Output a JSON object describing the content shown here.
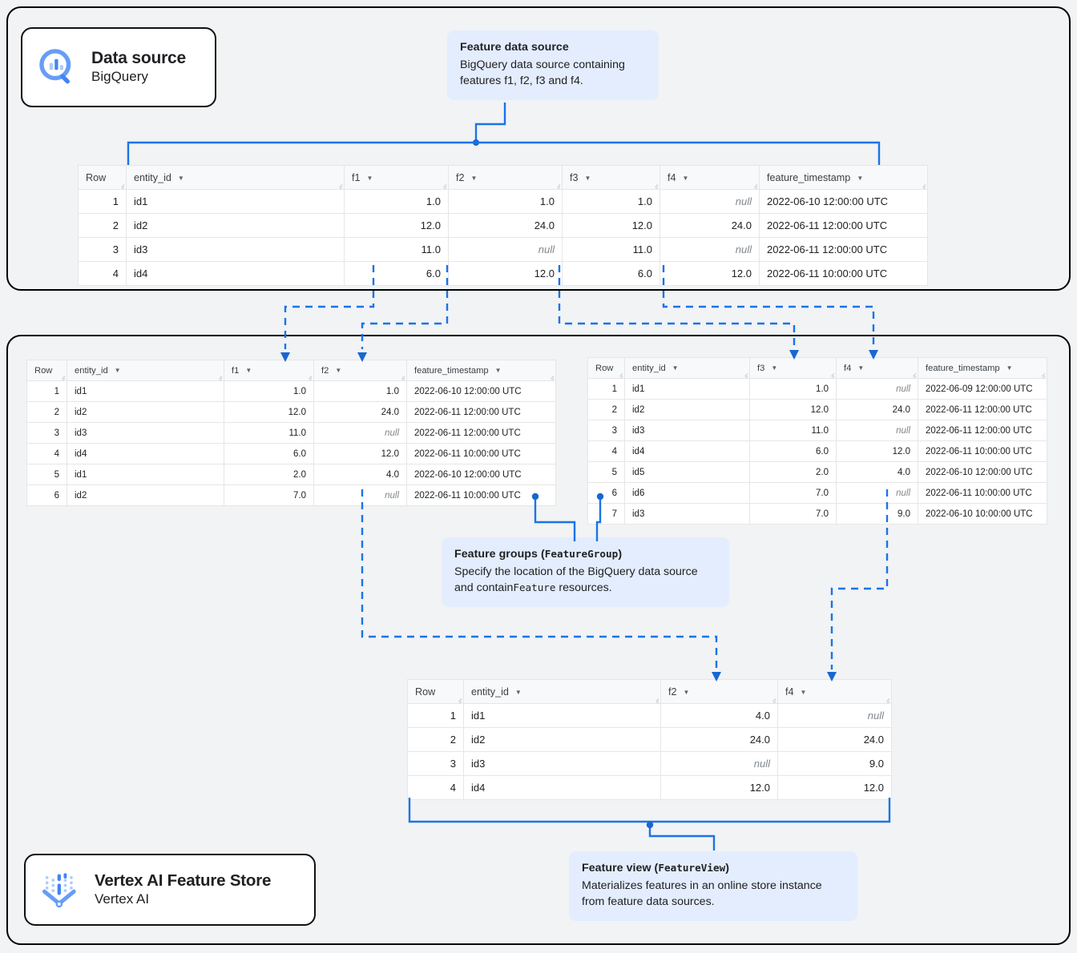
{
  "panels": {
    "datasource_label": "Data source panel",
    "featurestore_label": "Vertex AI Feature Store panel"
  },
  "cards": {
    "bigquery": {
      "title": "Data source",
      "sub": "BigQuery",
      "icon": "bigquery-magnifier-icon"
    },
    "vertex": {
      "title": "Vertex AI Feature Store",
      "sub": "Vertex AI",
      "icon": "vertex-ai-feature-store-icon"
    }
  },
  "callouts": {
    "feature_data_source": {
      "title": "Feature data source",
      "body": "BigQuery data source containing features f1, f2, f3 and f4."
    },
    "feature_groups": {
      "title_plain": "Feature groups (",
      "title_mono": "FeatureGroup",
      "title_close": ")",
      "body_a": "Specify the location of the BigQuery data source and contain",
      "body_mono": "Feature",
      "body_b": " resources."
    },
    "feature_view": {
      "title_plain": "Feature view (",
      "title_mono": "FeatureView",
      "title_close": ")",
      "body": "Materializes features in an online store instance from feature data sources."
    }
  },
  "colors": {
    "accent": "#1a73e8",
    "callout_bg": "#e3edfd",
    "panel_bg": "#f1f3f4",
    "table_header_bg": "#f8f9fa",
    "null_text": "#80868b"
  },
  "tables": {
    "source": {
      "name": "BigQuery feature data source table",
      "columns": [
        "Row",
        "entity_id",
        "f1",
        "f2",
        "f3",
        "f4",
        "feature_timestamp"
      ],
      "rows": [
        [
          "1",
          "id1",
          "1.0",
          "1.0",
          "1.0",
          "null",
          "2022-06-10 12:00:00 UTC"
        ],
        [
          "2",
          "id2",
          "12.0",
          "24.0",
          "12.0",
          "24.0",
          "2022-06-11 12:00:00 UTC"
        ],
        [
          "3",
          "id3",
          "11.0",
          "null",
          "11.0",
          "null",
          "2022-06-11 12:00:00 UTC"
        ],
        [
          "4",
          "id4",
          "6.0",
          "12.0",
          "6.0",
          "12.0",
          "2022-06-11 10:00:00 UTC"
        ]
      ]
    },
    "feature_group_1": {
      "name": "Feature group table f1 f2",
      "columns": [
        "Row",
        "entity_id",
        "f1",
        "f2",
        "feature_timestamp"
      ],
      "rows": [
        [
          "1",
          "id1",
          "1.0",
          "1.0",
          "2022-06-10 12:00:00 UTC"
        ],
        [
          "2",
          "id2",
          "12.0",
          "24.0",
          "2022-06-11 12:00:00 UTC"
        ],
        [
          "3",
          "id3",
          "11.0",
          "null",
          "2022-06-11 12:00:00 UTC"
        ],
        [
          "4",
          "id4",
          "6.0",
          "12.0",
          "2022-06-11 10:00:00 UTC"
        ],
        [
          "5",
          "id1",
          "2.0",
          "4.0",
          "2022-06-10 12:00:00 UTC"
        ],
        [
          "6",
          "id2",
          "7.0",
          "null",
          "2022-06-11 10:00:00 UTC"
        ]
      ]
    },
    "feature_group_2": {
      "name": "Feature group table f3 f4",
      "columns": [
        "Row",
        "entity_id",
        "f3",
        "f4",
        "feature_timestamp"
      ],
      "rows": [
        [
          "1",
          "id1",
          "1.0",
          "null",
          "2022-06-09 12:00:00 UTC"
        ],
        [
          "2",
          "id2",
          "12.0",
          "24.0",
          "2022-06-11 12:00:00 UTC"
        ],
        [
          "3",
          "id3",
          "11.0",
          "null",
          "2022-06-11 12:00:00 UTC"
        ],
        [
          "4",
          "id4",
          "6.0",
          "12.0",
          "2022-06-11 10:00:00 UTC"
        ],
        [
          "5",
          "id5",
          "2.0",
          "4.0",
          "2022-06-10 12:00:00 UTC"
        ],
        [
          "6",
          "id6",
          "7.0",
          "null",
          "2022-06-11 10:00:00 UTC"
        ],
        [
          "7",
          "id3",
          "7.0",
          "9.0",
          "2022-06-10 10:00:00 UTC"
        ]
      ]
    },
    "feature_view": {
      "name": "Feature view output table",
      "columns": [
        "Row",
        "entity_id",
        "f2",
        "f4"
      ],
      "rows": [
        [
          "1",
          "id1",
          "4.0",
          "null"
        ],
        [
          "2",
          "id2",
          "24.0",
          "24.0"
        ],
        [
          "3",
          "id3",
          "null",
          "9.0"
        ],
        [
          "4",
          "id4",
          "12.0",
          "12.0"
        ]
      ]
    }
  }
}
